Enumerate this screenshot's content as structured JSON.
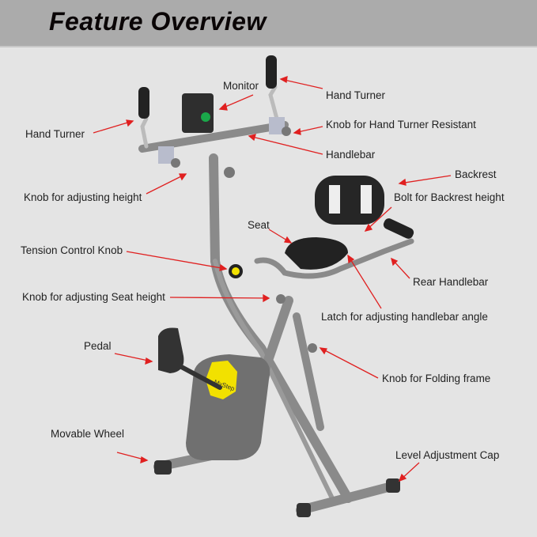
{
  "header": {
    "title": "Feature Overview"
  },
  "labels": {
    "monitor": "Monitor",
    "hand_turner_right": "Hand Turner",
    "hand_turner_left": "Hand Turner",
    "knob_hand_turner": "Knob for Hand Turner Resistant",
    "handlebar": "Handlebar",
    "knob_height": "Knob for adjusting height",
    "backrest": "Backrest",
    "bolt_backrest": "Bolt for Backrest height",
    "seat": "Seat",
    "tension_knob": "Tension Control Knob",
    "rear_handlebar": "Rear Handlebar",
    "knob_seat_height": "Knob for adjusting Seat height",
    "latch": "Latch for adjusting handlebar angle",
    "pedal": "Pedal",
    "knob_folding": "Knob for Folding frame",
    "movable_wheel": "Movable Wheel",
    "level_cap": "Level Adjustment Cap"
  },
  "product": {
    "logo": "MyStep"
  },
  "colors": {
    "header": "#ababab",
    "background": "#e4e4e4",
    "arrow": "#e02020",
    "frame": "#8a8a8a",
    "accent": "#f2e100"
  }
}
